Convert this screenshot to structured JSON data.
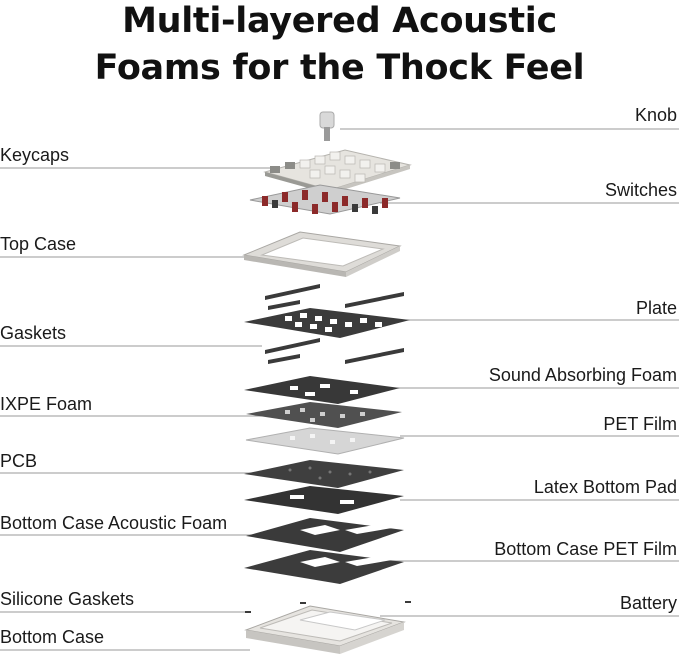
{
  "title": {
    "line1": "Multi-layered Acoustic",
    "line2": "Foams for the Thock Feel"
  },
  "labels": {
    "knob": "Knob",
    "keycaps": "Keycaps",
    "switches": "Switches",
    "top_case": "Top Case",
    "plate": "Plate",
    "gaskets": "Gaskets",
    "sound_absorbing_foam": "Sound Absorbing Foam",
    "ixpe_foam": "IXPE Foam",
    "pet_film": "PET Film",
    "pcb": "PCB",
    "latex_bottom_pad": "Latex Bottom Pad",
    "bottom_case_acoustic_foam": "Bottom Case Acoustic Foam",
    "bottom_case_pet_film": "Bottom Case PET Film",
    "silicone_gaskets": "Silicone Gaskets",
    "battery": "Battery",
    "bottom_case": "Bottom Case"
  },
  "colors": {
    "leader_line": "#9a9a9a",
    "dark_layer": "#3a3a3a",
    "light_layer": "#d8d8d8",
    "case_gray": "#e4e2de"
  }
}
